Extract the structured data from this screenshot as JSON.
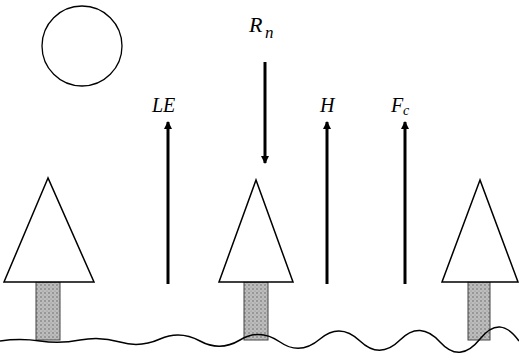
{
  "diagram": {
    "labels": [
      "R",
      "n",
      "LE",
      "H",
      "F",
      "c"
    ]
  }
}
